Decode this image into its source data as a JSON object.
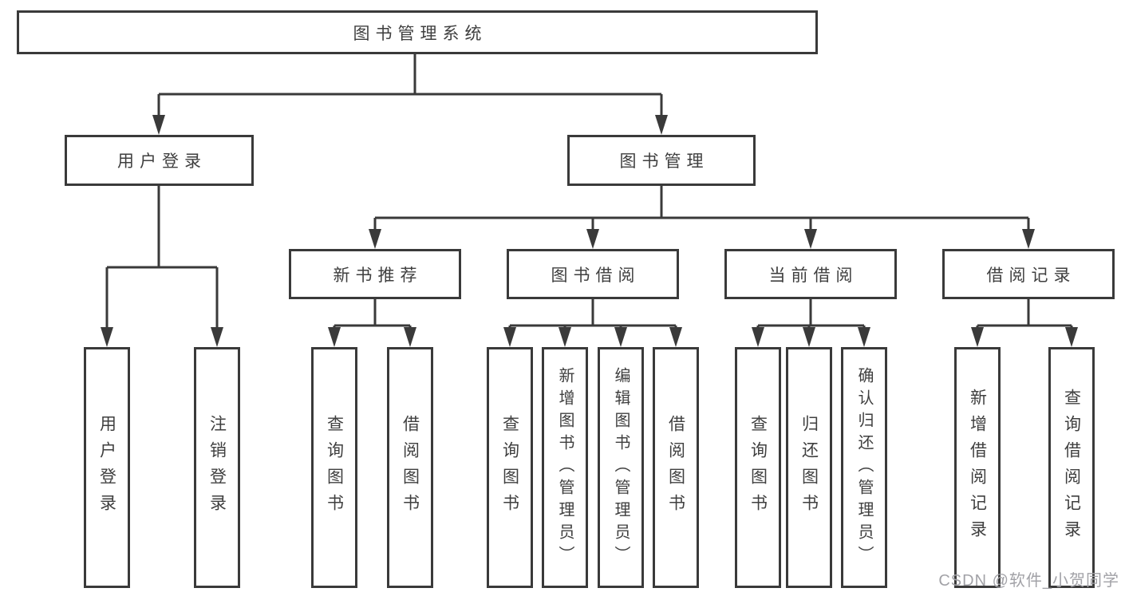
{
  "diagram": {
    "root": {
      "label": "图书管理系统"
    },
    "branches": [
      {
        "label": "用户登录",
        "children": [
          "用户登录",
          "注销登录"
        ]
      },
      {
        "label": "图书管理",
        "children": [
          {
            "label": "新书推荐",
            "children": [
              "查询图书",
              "借阅图书"
            ]
          },
          {
            "label": "图书借阅",
            "children": [
              "查询图书",
              "新增图书（管理员）",
              "编辑图书（管理员）",
              "借阅图书"
            ]
          },
          {
            "label": "当前借阅",
            "children": [
              "查询图书",
              "归还图书",
              "确认归还（管理员）"
            ]
          },
          {
            "label": "借阅记录",
            "children": [
              "新增借阅记录",
              "查询借阅记录"
            ]
          }
        ]
      }
    ]
  },
  "colors": {
    "line": "#3a3a3a",
    "text": "#3f3f3f",
    "watermark": "#a2a2a7"
  },
  "watermark": {
    "text": "CSDN @软件_小贺同学"
  }
}
